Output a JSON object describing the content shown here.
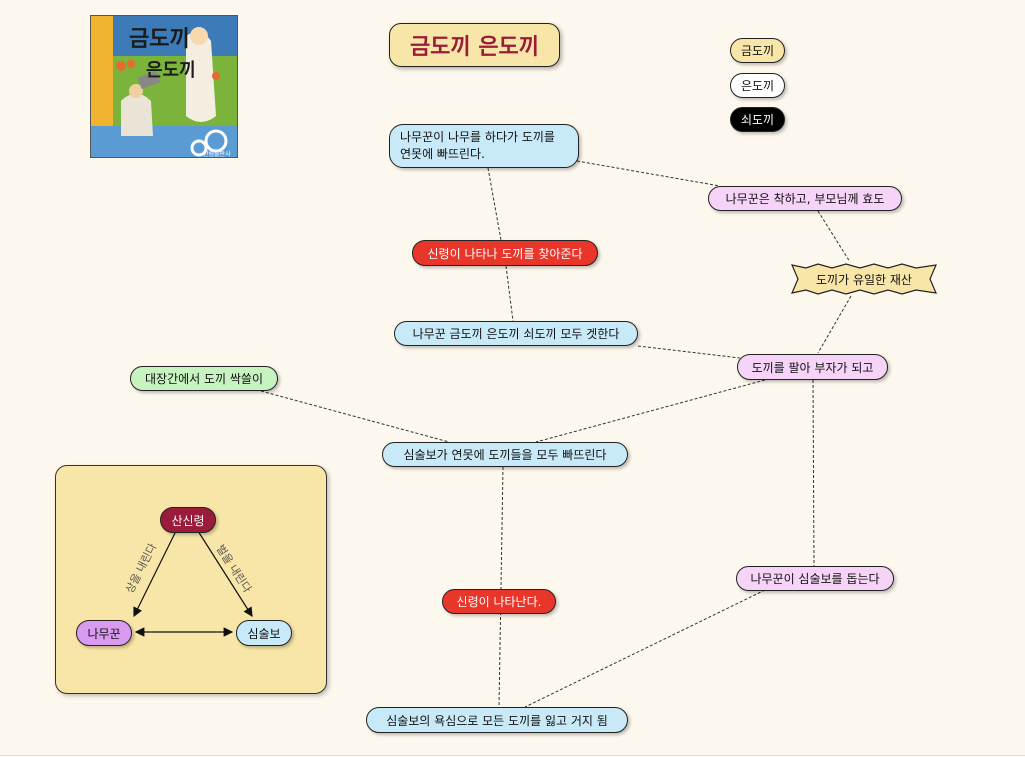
{
  "title": "금도끼 은도끼",
  "cover": {
    "title_line1": "금도끼",
    "title_line2": "은도끼",
    "publisher": "한림출판사"
  },
  "legend": {
    "gold": "금도끼",
    "silver": "은도끼",
    "iron": "쇠도끼"
  },
  "nodes": {
    "n1": "나무꾼이 나무를 하다가 도끼를 연못에 빠뜨린다.",
    "n2": "나무꾼은 착하고, 부모님께 효도",
    "n3": "신령이 나타나 도끼를 찾아준다",
    "n4": "도끼가 유일한 재산",
    "n5": "나무꾼 금도끼 은도끼 쇠도끼 모두 겟한다",
    "n6": "도끼를 팔아 부자가 되고",
    "n7": "대장간에서 도끼 싹쓸이",
    "n8": "심술보가 연못에 도끼들을 모두 빠뜨린다",
    "n9": "나무꾼이 심술보를 돕는다",
    "n10": "신령이 나타난다.",
    "n11": "심술보의 욕심으로 모든 도끼를 잃고 거지 됨"
  },
  "characters": {
    "spirit": "산신령",
    "woodcutter": "나무꾼",
    "greedy": "심술보",
    "edge_left": "상을 내린다",
    "edge_right": "벌을 내린다"
  },
  "colors": {
    "title_text": "#9b1c3a",
    "spirit_node": "#9b1c3a",
    "woodcutter_node": "#d99af0",
    "greedy_node": "#c8e9f7",
    "red_node": "#e8372a"
  }
}
